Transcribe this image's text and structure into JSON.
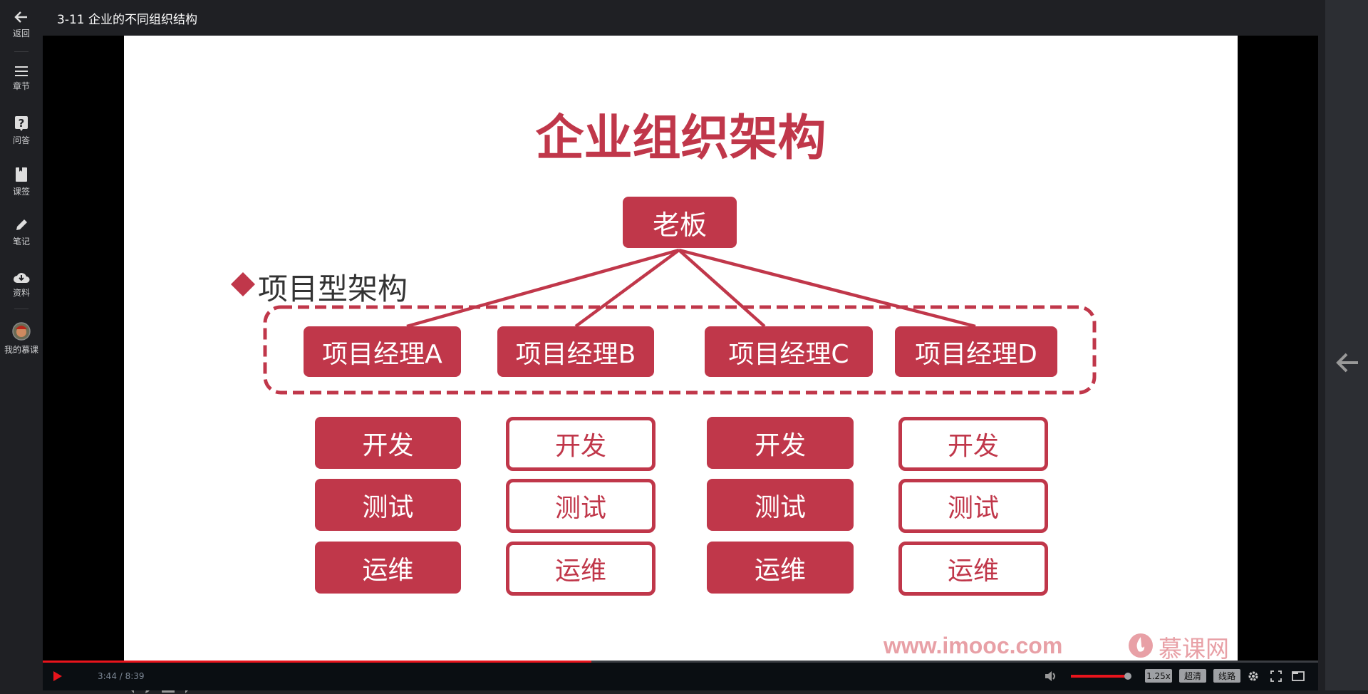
{
  "window": {
    "title": "3-11 企业的不同组织结构"
  },
  "sidebar": {
    "items": [
      {
        "label": "返回",
        "icon": "arrow-left-icon"
      },
      {
        "label": "章节",
        "icon": "menu-icon"
      },
      {
        "label": "问答",
        "icon": "question-icon"
      },
      {
        "label": "课签",
        "icon": "bookmark-icon"
      },
      {
        "label": "笔记",
        "icon": "pencil-icon"
      },
      {
        "label": "资料",
        "icon": "cloud-download-icon"
      },
      {
        "label": "我的慕课",
        "icon": "avatar"
      }
    ]
  },
  "slide": {
    "title": "企业组织架构",
    "bullet": "项目型架构",
    "boss": "老板",
    "managers": [
      "项目经理A",
      "项目经理B",
      "项目经理C",
      "项目经理D"
    ],
    "teams": [
      {
        "style": "filled",
        "members": [
          "开发",
          "测试",
          "运维"
        ]
      },
      {
        "style": "outlined",
        "members": [
          "开发",
          "测试",
          "运维"
        ]
      },
      {
        "style": "filled",
        "members": [
          "开发",
          "测试",
          "运维"
        ]
      },
      {
        "style": "outlined",
        "members": [
          "开发",
          "测试",
          "运维"
        ]
      }
    ],
    "watermark": "www.imooc.com",
    "logo_text": "慕课网",
    "accent": "#c0374a"
  },
  "player": {
    "time": "3:44 / 8:39",
    "progress": 0.43,
    "volume": 1.0,
    "speed": "1.25x",
    "quality": "超清",
    "route": "线路",
    "progress_color": "#e8141c"
  }
}
